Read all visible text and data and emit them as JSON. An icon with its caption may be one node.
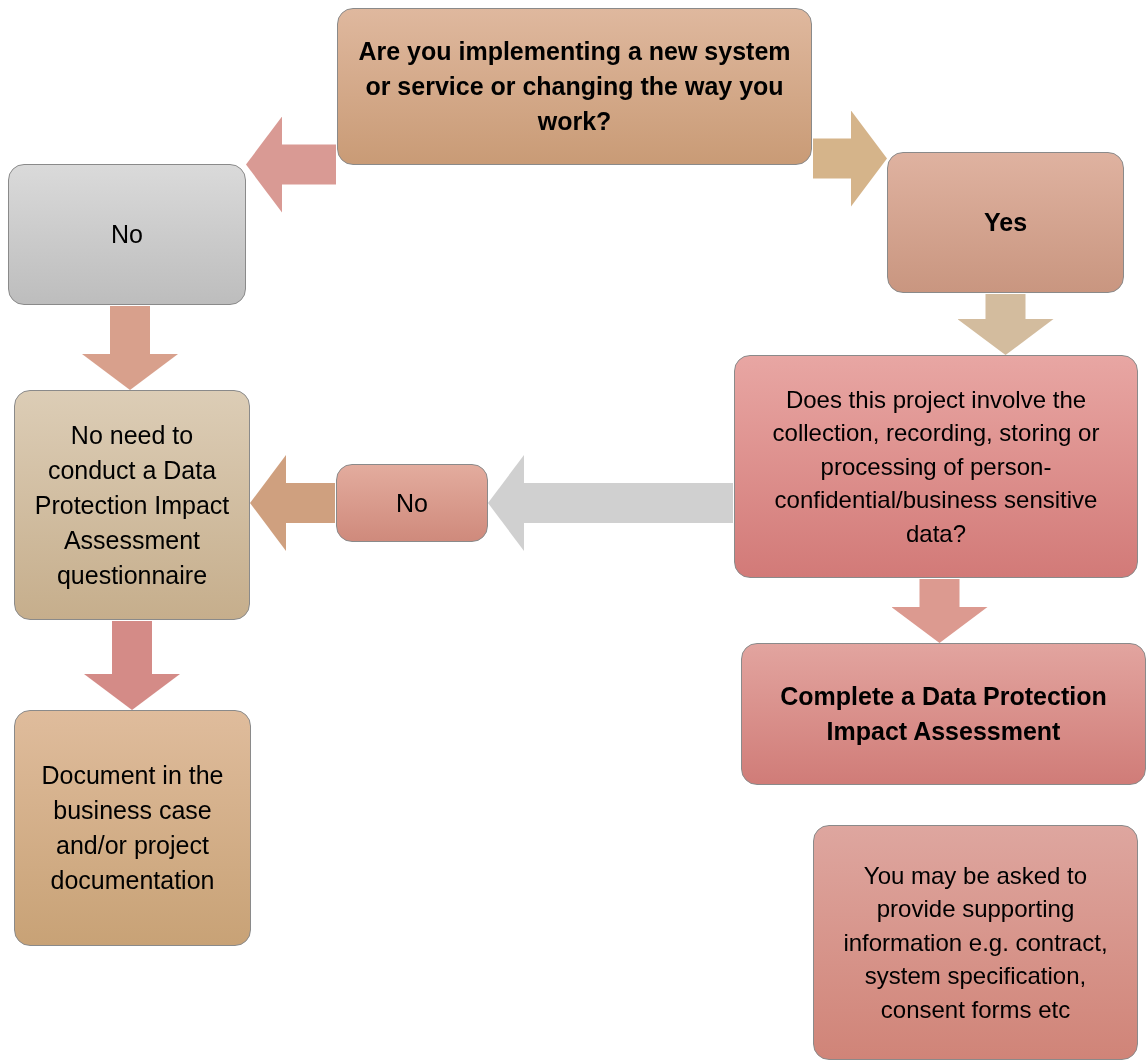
{
  "diagram": {
    "nodes": [
      {
        "text": [
          "Are you implementing a new system or service or changing the way you work?"
        ]
      },
      {
        "text": [
          "No"
        ]
      },
      {
        "text": [
          "Yes"
        ]
      },
      {
        "text": [
          "No need to conduct a Data Protection Impact Assessment questionnaire"
        ]
      },
      {
        "text": [
          "No"
        ]
      },
      {
        "text": [
          "Does this project involve the collection, recording, storing or processing of person-confidential/business sensitive data?"
        ]
      },
      {
        "text": [
          "Complete a Data Protection Impact Assessment"
        ]
      },
      {
        "text": [
          "Document in the business case and/or project documentation"
        ]
      },
      {
        "text": [
          "You may be asked to provide supporting information e.g. contract, system specification, consent forms etc"
        ]
      }
    ],
    "edges": [
      {
        "from": 0,
        "to": 1,
        "arrow": "to",
        "color": "#d99a94"
      },
      {
        "from": 0,
        "to": 2,
        "arrow": "to",
        "color": "#d5b48a"
      },
      {
        "from": 1,
        "to": 3,
        "arrow": "to",
        "color": "#d8a08c"
      },
      {
        "from": 2,
        "to": 5,
        "arrow": "to",
        "color": "#d3bc9e"
      },
      {
        "from": 5,
        "to": 4,
        "arrow": "to",
        "color": "#d0d0d0"
      },
      {
        "from": 4,
        "to": 3,
        "arrow": "to",
        "color": "#cfa07f"
      },
      {
        "from": 3,
        "to": 7,
        "arrow": "to",
        "color": "#d48b87"
      },
      {
        "from": 5,
        "to": 6,
        "arrow": "to",
        "color": "#dc9a90"
      }
    ]
  }
}
